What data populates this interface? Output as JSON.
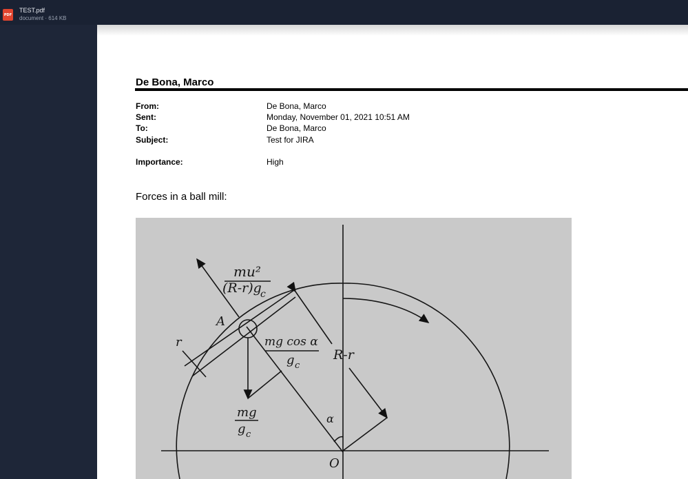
{
  "file": {
    "badge": "PDF",
    "name": "TEST.pdf",
    "meta": "document · 614 KB"
  },
  "email": {
    "sender": "De Bona, Marco",
    "fields": {
      "from_label": "From:",
      "from_value": "De Bona, Marco",
      "sent_label": "Sent:",
      "sent_value": "Monday, November 01, 2021 10:51 AM",
      "to_label": "To:",
      "to_value": "De Bona, Marco",
      "subject_label": "Subject:",
      "subject_value": "Test for JIRA",
      "importance_label": "Importance:",
      "importance_value": "High"
    },
    "body": "Forces in a ball mill:"
  },
  "figure": {
    "labels": {
      "centrifugal_num": "mu²",
      "centrifugal_den": "(R-r)g",
      "centrifugal_sub": "c",
      "point_a": "A",
      "radius_small": "r",
      "cos_num": "mg cos α",
      "cos_den": "g",
      "cos_sub": "c",
      "radius_diff": "R-r",
      "gravity_num": "mg",
      "gravity_den": "g",
      "gravity_sub": "c",
      "angle": "α",
      "center": "O"
    }
  }
}
